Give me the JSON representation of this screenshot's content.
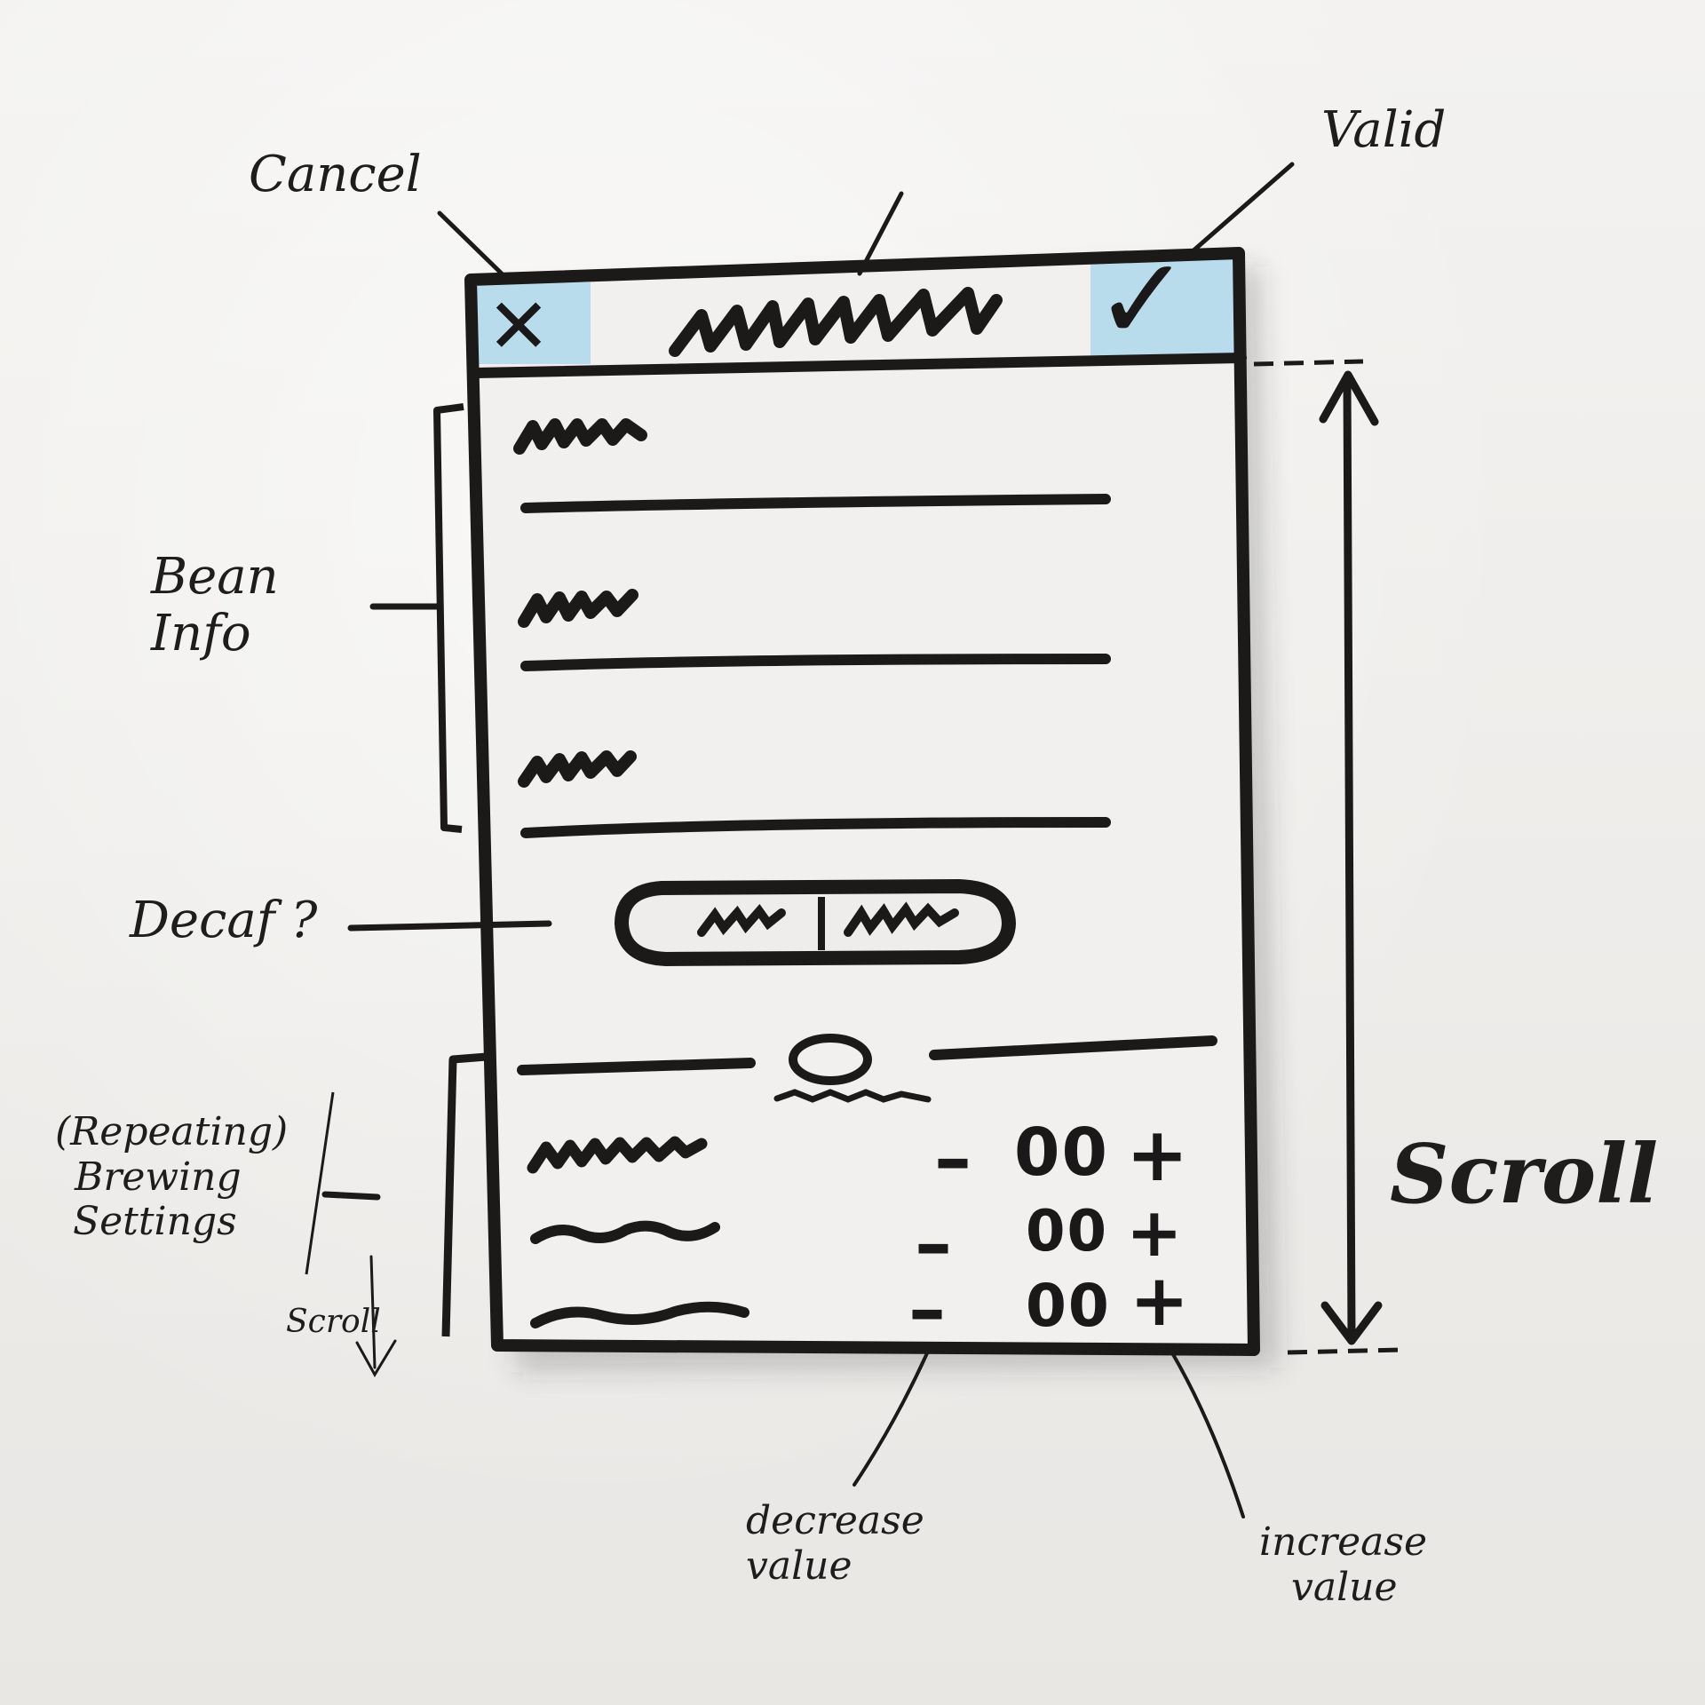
{
  "annotations": {
    "cancel": "Cancel",
    "valid": "Valid",
    "bean_info_line1": "Bean",
    "bean_info_line2": "Info",
    "decaf": "Decaf ?",
    "brewing_line1": "(Repeating)",
    "brewing_line2": "Brewing",
    "brewing_line3": "Settings",
    "scroll_small": "Scroll",
    "scroll_big": "Scroll",
    "decrease_line1": "decrease",
    "decrease_line2": "value",
    "increase_line1": "increase",
    "increase_line2": "value"
  },
  "header": {
    "cancel_glyph": "✕",
    "valid_glyph": "✓",
    "accent_color": "#b9dcec"
  },
  "brewing_settings": {
    "rows": [
      {
        "minus": "–",
        "value": "00",
        "plus": "+"
      },
      {
        "minus": "–",
        "value": "00",
        "plus": "+"
      },
      {
        "minus": "–",
        "value": "00",
        "plus": "+"
      }
    ]
  },
  "colors": {
    "ink": "#1c1a19",
    "paper": "#efedeb"
  }
}
